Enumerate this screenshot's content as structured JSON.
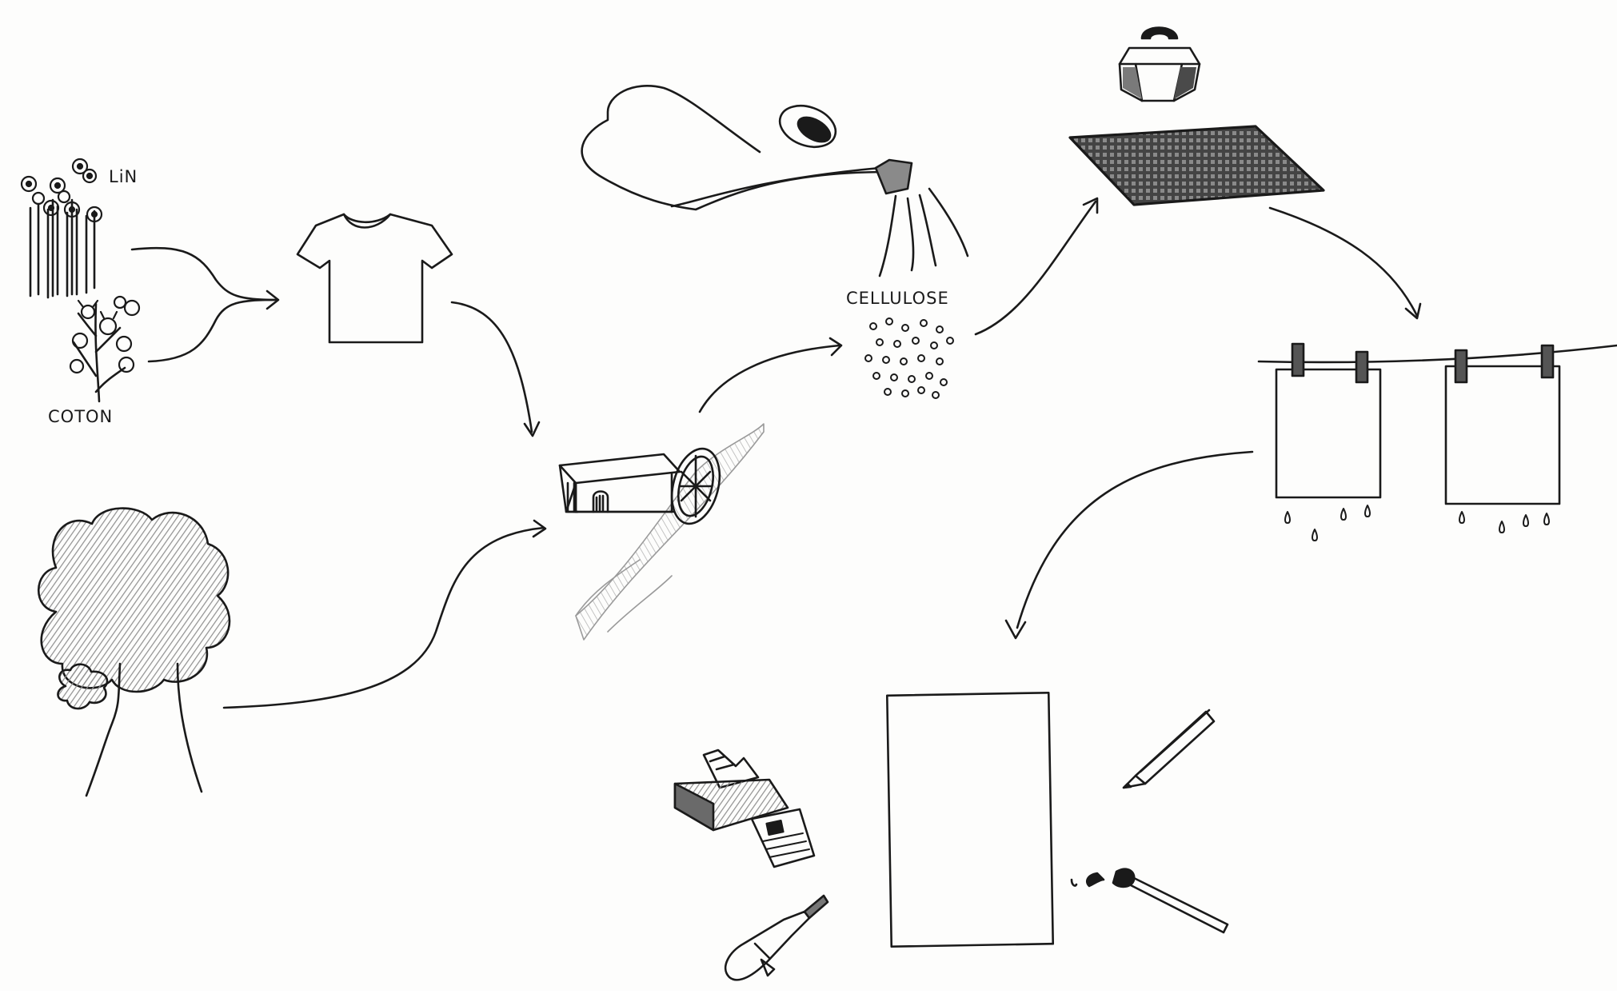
{
  "labels": {
    "lin": "LiN",
    "coton": "COTON",
    "cellulose": "CELLULOSE"
  },
  "colors": {
    "ink": "#1a1a1a",
    "pencil_shade": "#9a9a9a",
    "paper": "#fdfdfc"
  },
  "icons": [
    "flax-plant-icon",
    "cotton-plant-icon",
    "tshirt-icon",
    "tree-icon",
    "watermill-icon",
    "watering-can-icon",
    "cellulose-pulp-icon",
    "weight-icon",
    "mould-screen-icon",
    "drying-sheets-icon",
    "blank-paper-icon",
    "printer-icon",
    "pencil-icon",
    "paintbrush-icon",
    "fountain-pen-icon"
  ]
}
